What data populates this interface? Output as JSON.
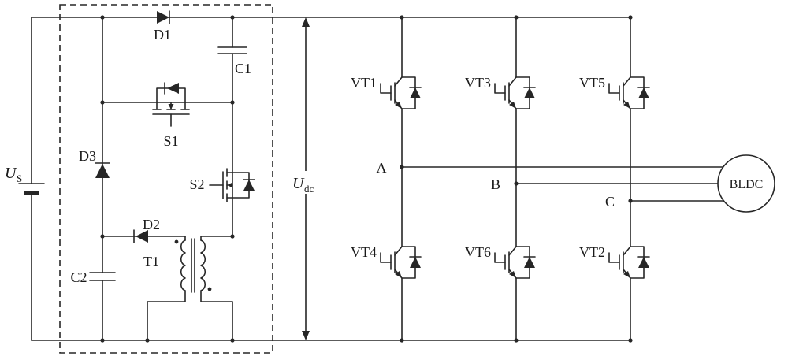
{
  "colors": {
    "wire": "#262626",
    "background": "#ffffff",
    "text": "#1a1a1a"
  },
  "source": {
    "symbol": "U",
    "subscript": "S"
  },
  "dc_link": {
    "symbol": "U",
    "subscript": "dc"
  },
  "converter": {
    "d1": "D1",
    "c1": "C1",
    "s1": "S1",
    "d3": "D3",
    "s2": "S2",
    "d2": "D2",
    "t1": "T1",
    "c2": "C2"
  },
  "inverter": {
    "top_row": [
      "VT1",
      "VT3",
      "VT5"
    ],
    "bottom_row": [
      "VT4",
      "VT6",
      "VT2"
    ],
    "phases": [
      "A",
      "B",
      "C"
    ]
  },
  "motor": {
    "label": "BLDC"
  }
}
